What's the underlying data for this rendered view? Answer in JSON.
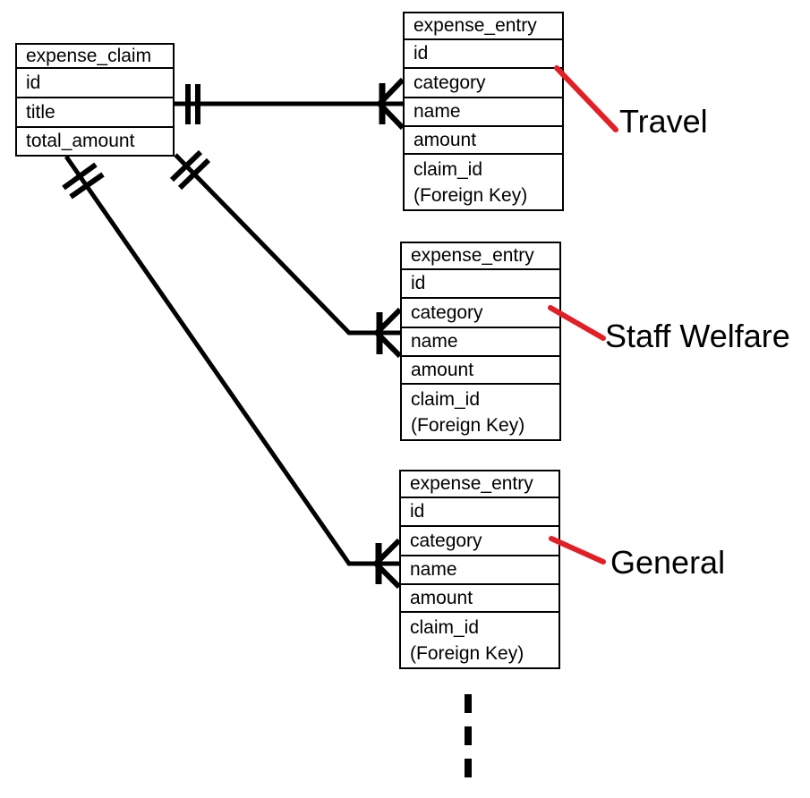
{
  "diagram": {
    "claim_table": {
      "title": "expense_claim",
      "rows": [
        "id",
        "title",
        "total_amount"
      ]
    },
    "entry_tables": [
      {
        "title": "expense_entry",
        "rows": [
          "id",
          "category",
          "name",
          "amount"
        ],
        "fk_name": "claim_id",
        "fk_note": "(Foreign Key)",
        "annotation": "Travel"
      },
      {
        "title": "expense_entry",
        "rows": [
          "id",
          "category",
          "name",
          "amount"
        ],
        "fk_name": "claim_id",
        "fk_note": "(Foreign Key)",
        "annotation": "Staff Welfare"
      },
      {
        "title": "expense_entry",
        "rows": [
          "id",
          "category",
          "name",
          "amount"
        ],
        "fk_name": "claim_id",
        "fk_note": "(Foreign Key)",
        "annotation": "General"
      }
    ],
    "colors": {
      "line": "#000000",
      "annotation_line": "#e31e24",
      "text": "#000000",
      "background": "#ffffff"
    }
  }
}
